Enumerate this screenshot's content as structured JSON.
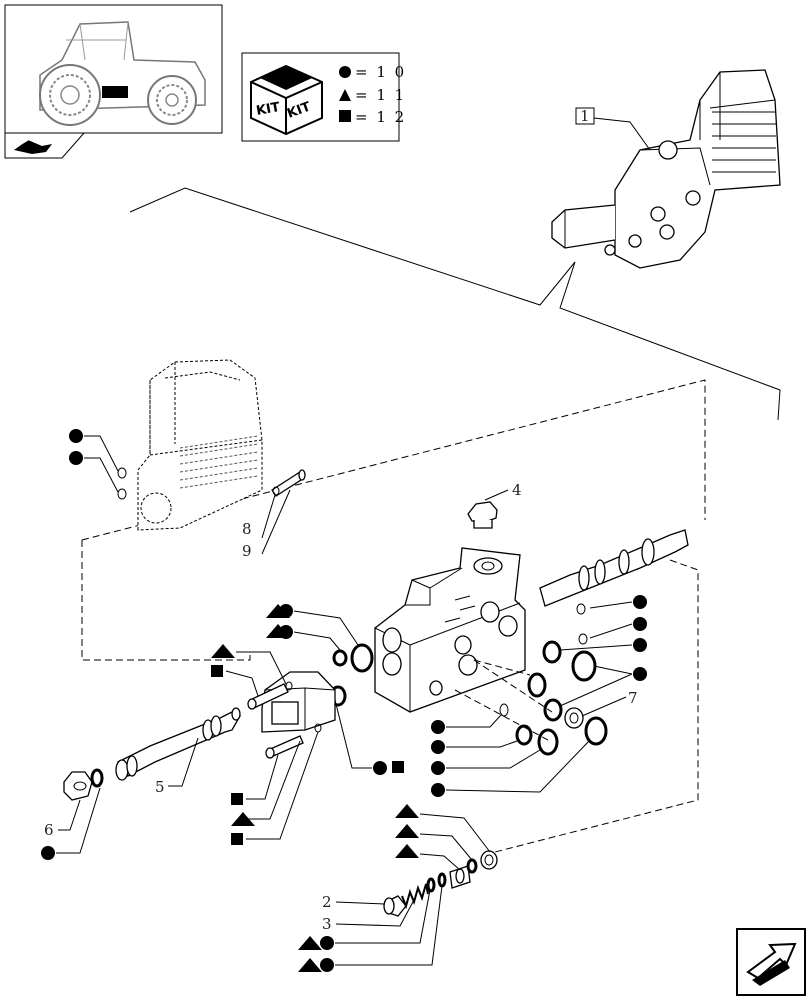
{
  "legend": {
    "kit_labels": [
      "KIT",
      "KIT"
    ],
    "rows": [
      {
        "symbol": "circle",
        "text": "= 1 0"
      },
      {
        "symbol": "triangle",
        "text": "= 1 1"
      },
      {
        "symbol": "square",
        "text": "= 1 2"
      }
    ]
  },
  "assembly_ref": "1",
  "part_numbers": {
    "p2": "2",
    "p3": "3",
    "p4": "4",
    "p5": "5",
    "p6": "6",
    "p7": "7",
    "p8": "8",
    "p9": "9"
  },
  "icons": {
    "thumbnail": "tractor-thumbnail-icon",
    "book": "manual-book-icon",
    "next": "next-page-arrow-icon"
  },
  "colors": {
    "ink": "#000000",
    "paper": "#ffffff"
  }
}
